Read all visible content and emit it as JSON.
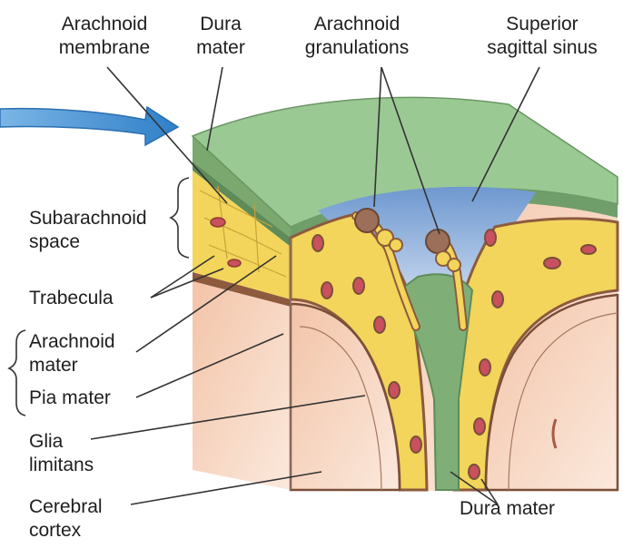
{
  "labels": {
    "arachnoid_membrane": [
      "Arachnoid",
      "membrane"
    ],
    "dura_mater_top": [
      "Dura",
      "mater"
    ],
    "arachnoid_granulations": [
      "Arachnoid",
      "granulations"
    ],
    "superior_sagittal_sinus": [
      "Superior",
      "sagittal sinus"
    ],
    "subarachnoid_space": [
      "Subarachnoid",
      "space"
    ],
    "trabecula": "Trabecula",
    "arachnoid_mater": [
      "Arachnoid",
      "mater"
    ],
    "pia_mater": "Pia mater",
    "glia_limitans": [
      "Glia",
      "limitans"
    ],
    "cerebral_cortex": [
      "Cerebral",
      "cortex"
    ],
    "dura_mater_bottom": "Dura mater"
  },
  "colors": {
    "arrow": "#3f8fd2",
    "dura": "#8fbe86",
    "dura_dark": "#6f9e6a",
    "sinus": "#7ea6d8",
    "subarachnoid": "#f2d55a",
    "cortex": "#f7d8c4",
    "cortex_light": "#fbe9dd",
    "pia": "#7a4f3a",
    "vessel": "#c9505e"
  }
}
